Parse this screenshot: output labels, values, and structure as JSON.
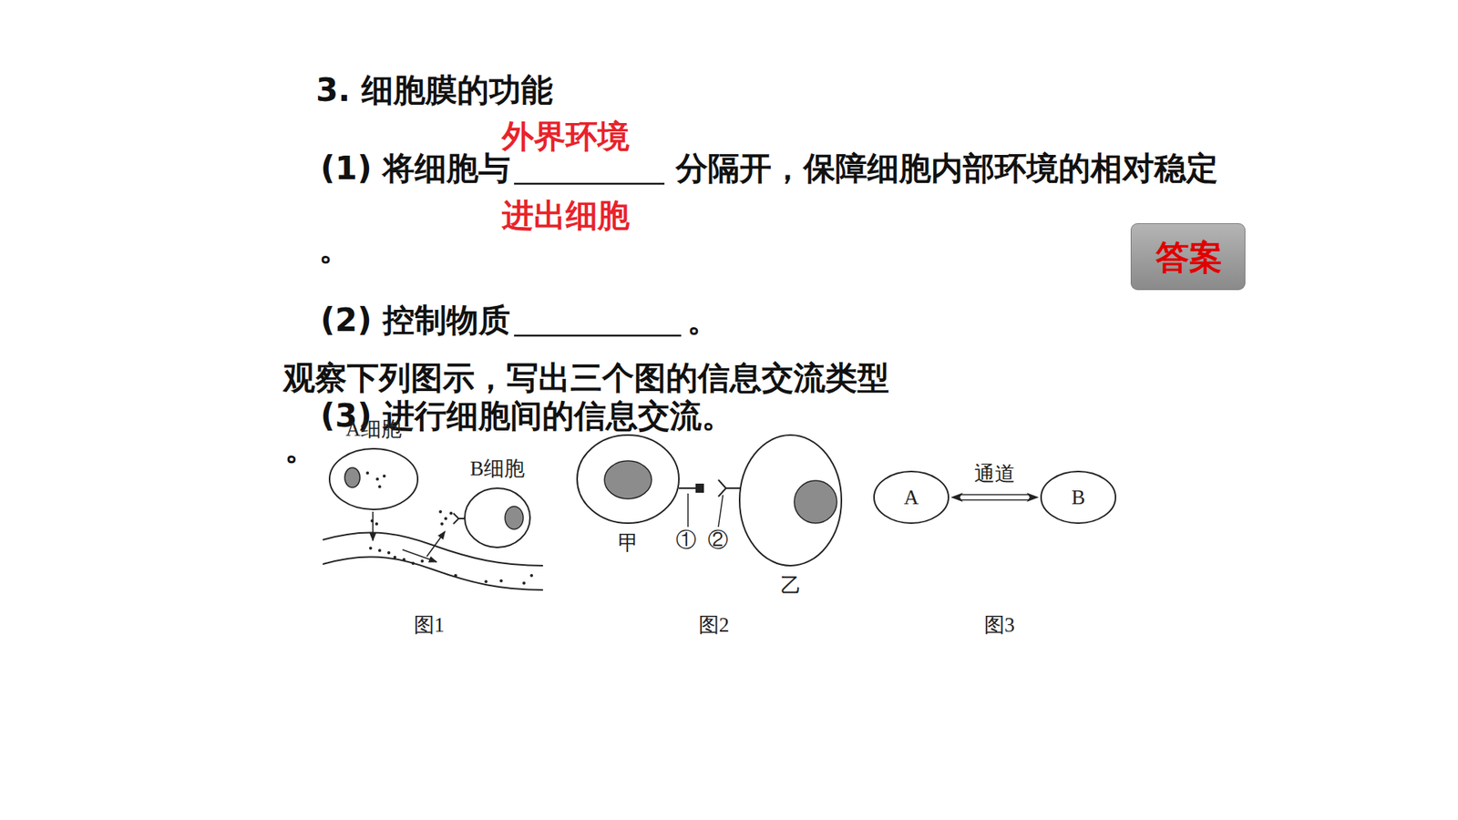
{
  "diagram": {
    "title": "3. 细胞膜的功能",
    "nodes": [
      {
        "text": [
          "答案"
        ]
      },
      {
        "text": [
          "A细胞"
        ]
      },
      {
        "text": [
          "B细胞"
        ]
      },
      {
        "text": [
          "甲"
        ]
      },
      {
        "text": [
          "乙"
        ]
      },
      {
        "text": [
          "A"
        ]
      },
      {
        "text": [
          "B"
        ]
      }
    ],
    "edges": [
      {
        "from": 5,
        "to": 6,
        "arrow": "both",
        "label": "通道"
      }
    ],
    "labels": [
      "(1) 将细胞与",
      "分隔开，保障细胞内部环境的相对稳定",
      "。",
      "外界环境",
      "进出细胞",
      "(2) 控制物质",
      "。",
      "观察下列图示，写出三个图的信息交流类型",
      "(3) 进行细胞间的信息交流。",
      "。",
      "①",
      "②",
      "图1",
      "图2",
      "图3"
    ]
  }
}
